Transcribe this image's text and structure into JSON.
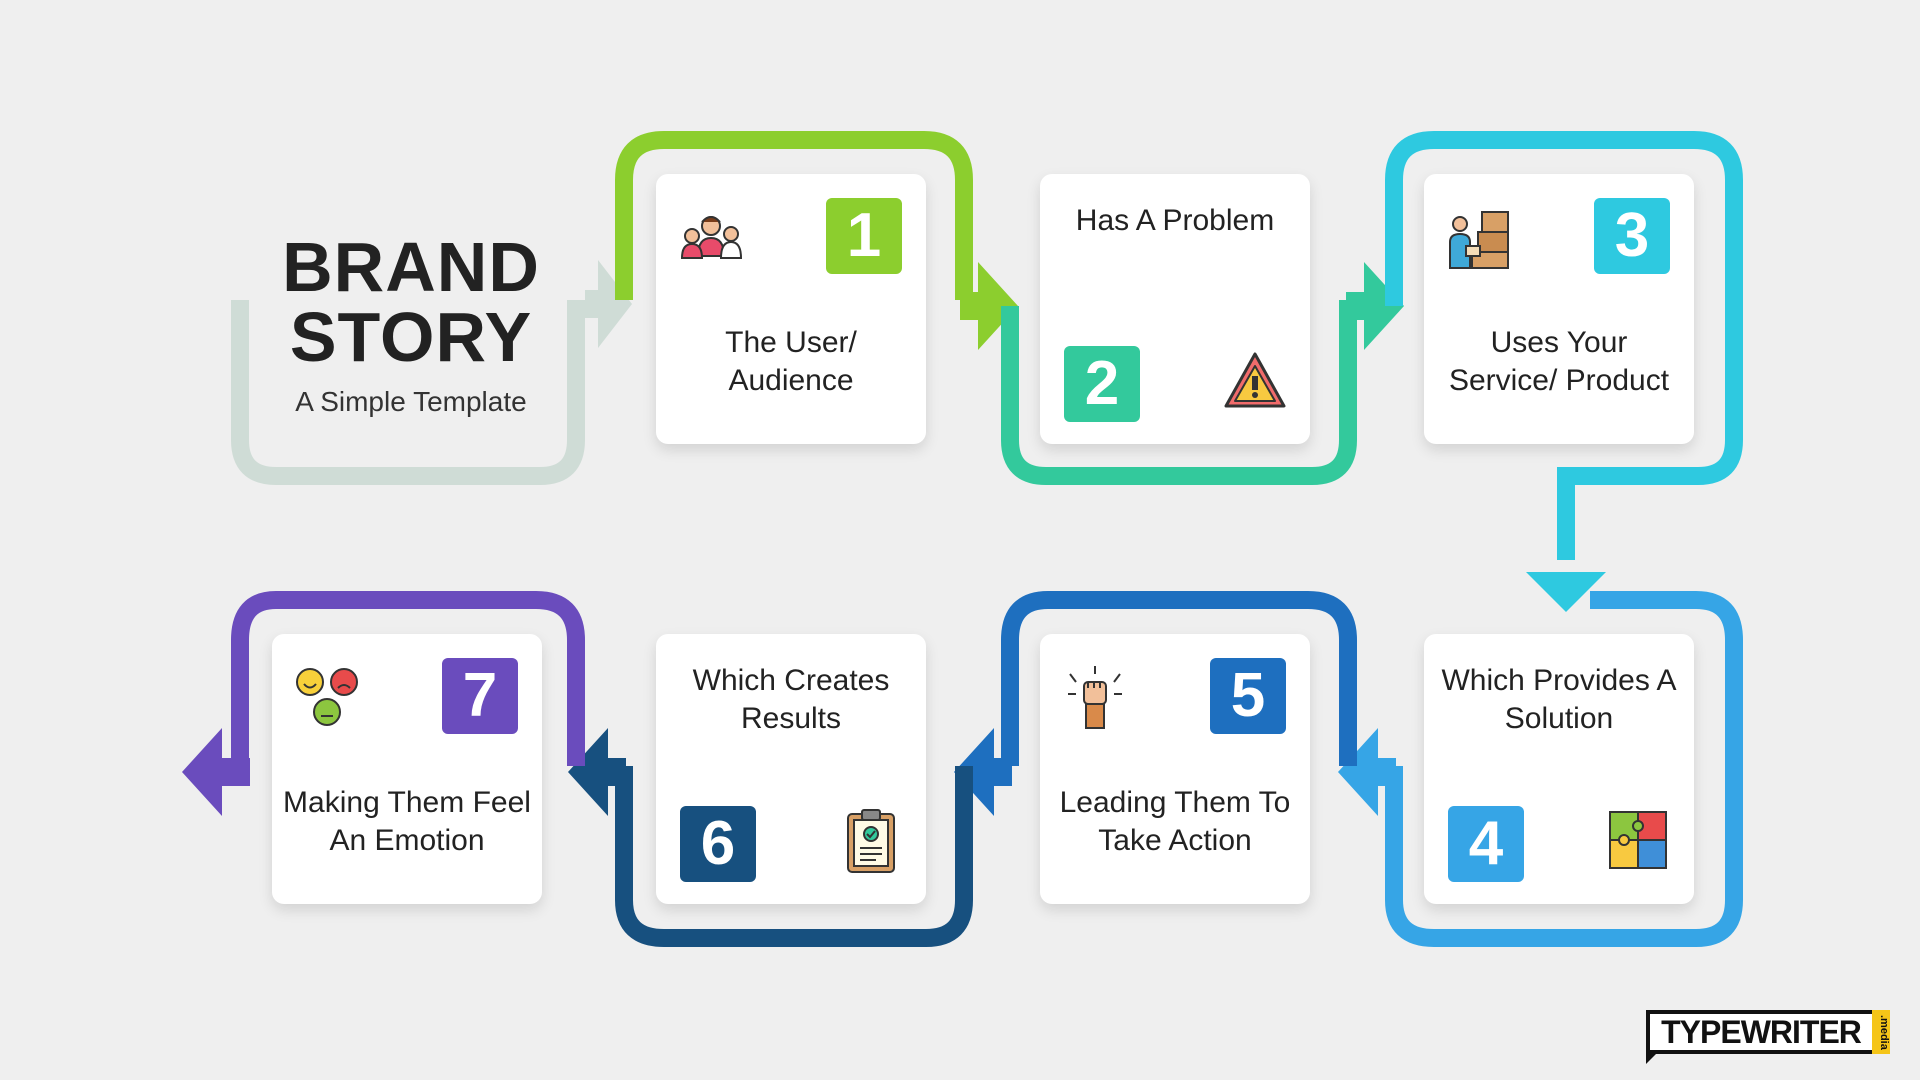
{
  "title": {
    "line1": "BRAND",
    "line2": "STORY",
    "subtitle": "A Simple Template"
  },
  "steps": [
    {
      "number": "1",
      "label": "The User/ Audience",
      "color": "#8cce2e",
      "icon": "people-group-icon"
    },
    {
      "number": "2",
      "label": "Has A Problem",
      "color": "#33c99c",
      "icon": "warning-icon"
    },
    {
      "number": "3",
      "label": "Uses Your Service/ Product",
      "color": "#2ec9e0",
      "icon": "delivery-boxes-icon"
    },
    {
      "number": "4",
      "label": "Which Provides A Solution",
      "color": "#36a5e6",
      "icon": "puzzle-icon"
    },
    {
      "number": "5",
      "label": "Leading Them To Take Action",
      "color": "#1e6fbf",
      "icon": "raised-fist-icon"
    },
    {
      "number": "6",
      "label": "Which Creates Results",
      "color": "#17507f",
      "icon": "clipboard-check-icon"
    },
    {
      "number": "7",
      "label": "Making Them Feel An Emotion",
      "color": "#6a4cbd",
      "icon": "emotion-faces-icon"
    }
  ],
  "logo": {
    "text": "TYPEWRITER",
    "suffix": ".media"
  }
}
